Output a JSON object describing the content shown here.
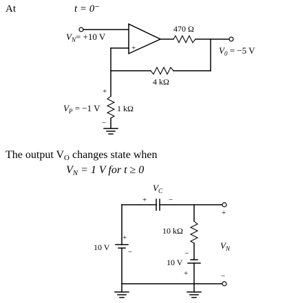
{
  "header": {
    "at_label": "At",
    "time_label": "t = 0⁻"
  },
  "circuit1": {
    "vn_label": "V",
    "vn_sub": "N",
    "vn_value": "= +10 V",
    "plus_sign": "+",
    "r_out_label": "470 Ω",
    "vo_label": "V",
    "vo_sub": "0",
    "vo_value": " = −5 V",
    "r_fb_label": "4 kΩ",
    "vp_label": "V",
    "vp_sub": "P",
    "vp_value": " = −1 V",
    "r_gnd_label": "1 kΩ",
    "r_plus": "+",
    "r_minus": "−"
  },
  "statement": {
    "line1": "The output V",
    "line1_sub": "O",
    "line1_end": " changes state when",
    "line2": "V",
    "line2_sub": "N",
    "line2_end": " = 1 V for t ≥ 0"
  },
  "circuit2": {
    "vc_label": "V",
    "vc_sub": "C",
    "cap_plus": "+",
    "cap_minus": "−",
    "src_left_label": "10 V",
    "src_left_plus": "+",
    "src_left_minus": "−",
    "resistor_label": "10 kΩ",
    "src_right_label": "10 V",
    "src_right_minus": "−",
    "src_right_plus": "+",
    "vn_out_label": "V",
    "vn_out_sub": "N",
    "out_plus": "+",
    "out_minus": "−"
  }
}
